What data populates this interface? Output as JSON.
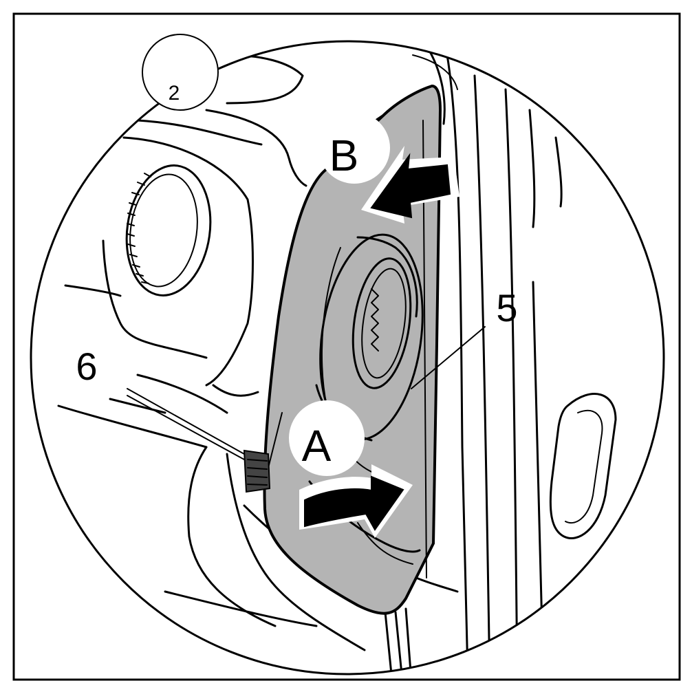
{
  "labels": {
    "step_badge": "2",
    "callout_a": "A",
    "callout_b": "B",
    "part_5": "5",
    "part_6": "6"
  },
  "colors": {
    "line": "#000000",
    "cover_fill": "#b4b4b4",
    "background": "#ffffff"
  },
  "icons": {
    "arrow_a": "curved-arrow-right-icon",
    "arrow_b": "arrow-down-left-icon"
  }
}
